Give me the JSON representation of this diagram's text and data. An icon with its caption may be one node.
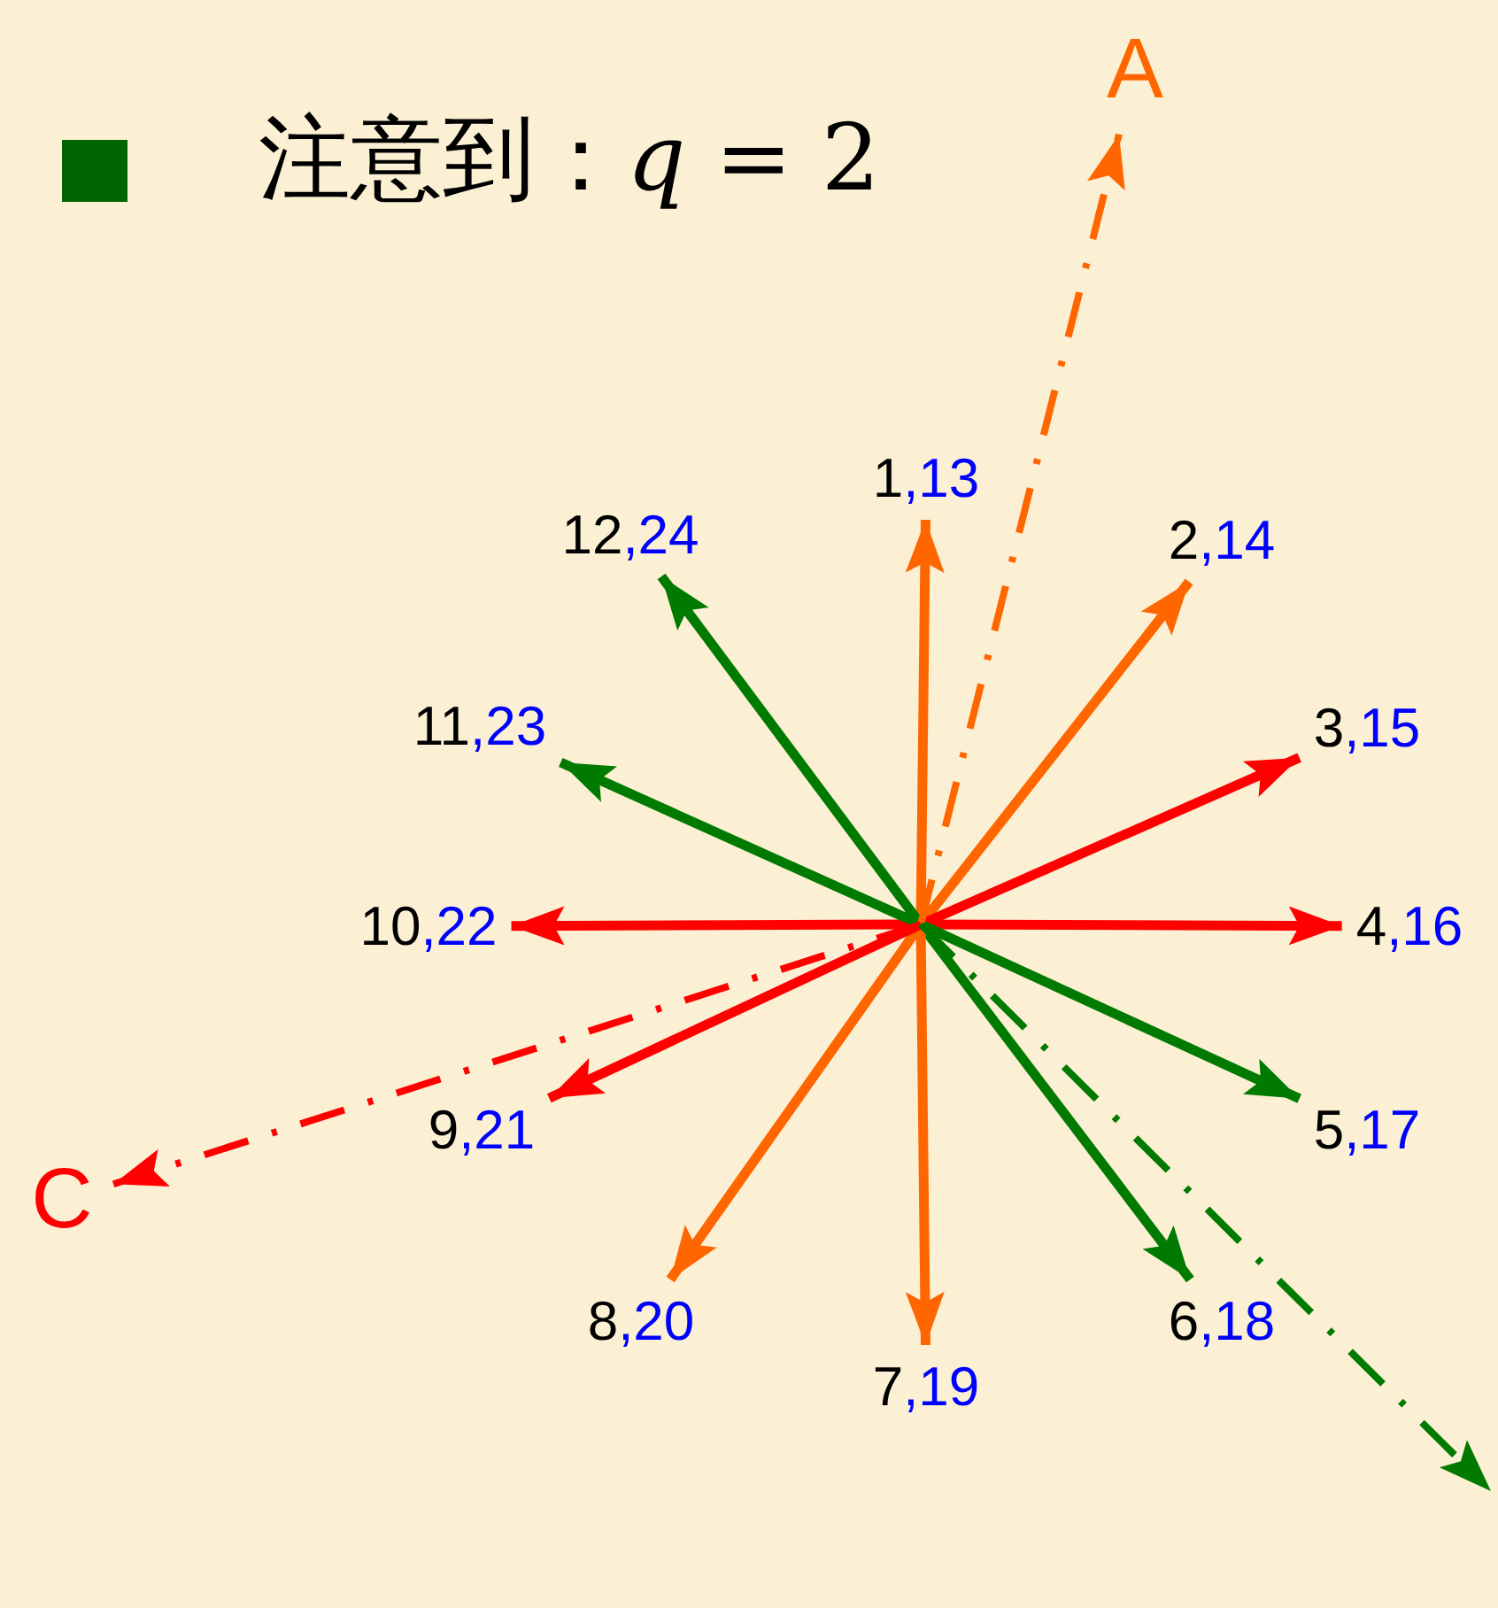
{
  "diagram": {
    "title": "注意到：*q* = 2",
    "nodes": [
      {
        "text": [
          "A"
        ]
      },
      {
        "text": [
          "1",
          ",13"
        ]
      },
      {
        "text": [
          "2",
          ",14"
        ]
      },
      {
        "text": [
          "3",
          ",15"
        ]
      },
      {
        "text": [
          "4",
          ",16"
        ]
      },
      {
        "text": [
          "5",
          ",17"
        ]
      },
      {
        "text": [
          "6",
          ",18"
        ]
      },
      {
        "text": [
          "7",
          ",19"
        ]
      },
      {
        "text": [
          "8",
          ",20"
        ]
      },
      {
        "text": [
          "9",
          ",21"
        ]
      },
      {
        "text": [
          "10",
          ",22"
        ]
      },
      {
        "text": [
          "11",
          ",23"
        ]
      },
      {
        "text": [
          "12",
          ",24"
        ]
      },
      {
        "text": [
          "C"
        ]
      }
    ],
    "edges": [
      {
        "from": null,
        "to": 1,
        "arrow": "to",
        "color": "#ff6600"
      },
      {
        "from": null,
        "to": 2,
        "arrow": "to",
        "color": "#ff6600"
      },
      {
        "from": null,
        "to": 3,
        "arrow": "to",
        "color": "#ff0000"
      },
      {
        "from": null,
        "to": 4,
        "arrow": "to",
        "color": "#ff0000"
      },
      {
        "from": null,
        "to": 5,
        "arrow": "to",
        "color": "#007a00"
      },
      {
        "from": null,
        "to": 6,
        "arrow": "to",
        "color": "#007a00"
      },
      {
        "from": null,
        "to": 7,
        "arrow": "to",
        "color": "#ff6600"
      },
      {
        "from": null,
        "to": 8,
        "arrow": "to",
        "color": "#ff6600"
      },
      {
        "from": null,
        "to": 9,
        "arrow": "to",
        "color": "#ff0000"
      },
      {
        "from": null,
        "to": 10,
        "arrow": "to",
        "color": "#ff0000"
      },
      {
        "from": null,
        "to": 11,
        "arrow": "to",
        "color": "#007a00"
      },
      {
        "from": null,
        "to": 12,
        "arrow": "to",
        "color": "#007a00"
      },
      {
        "from": null,
        "to": 0,
        "arrow": "to",
        "style": "dashed",
        "color": "#ff6600"
      },
      {
        "from": null,
        "to": 13,
        "arrow": "to",
        "style": "dashed",
        "color": "#ff0000"
      }
    ]
  }
}
